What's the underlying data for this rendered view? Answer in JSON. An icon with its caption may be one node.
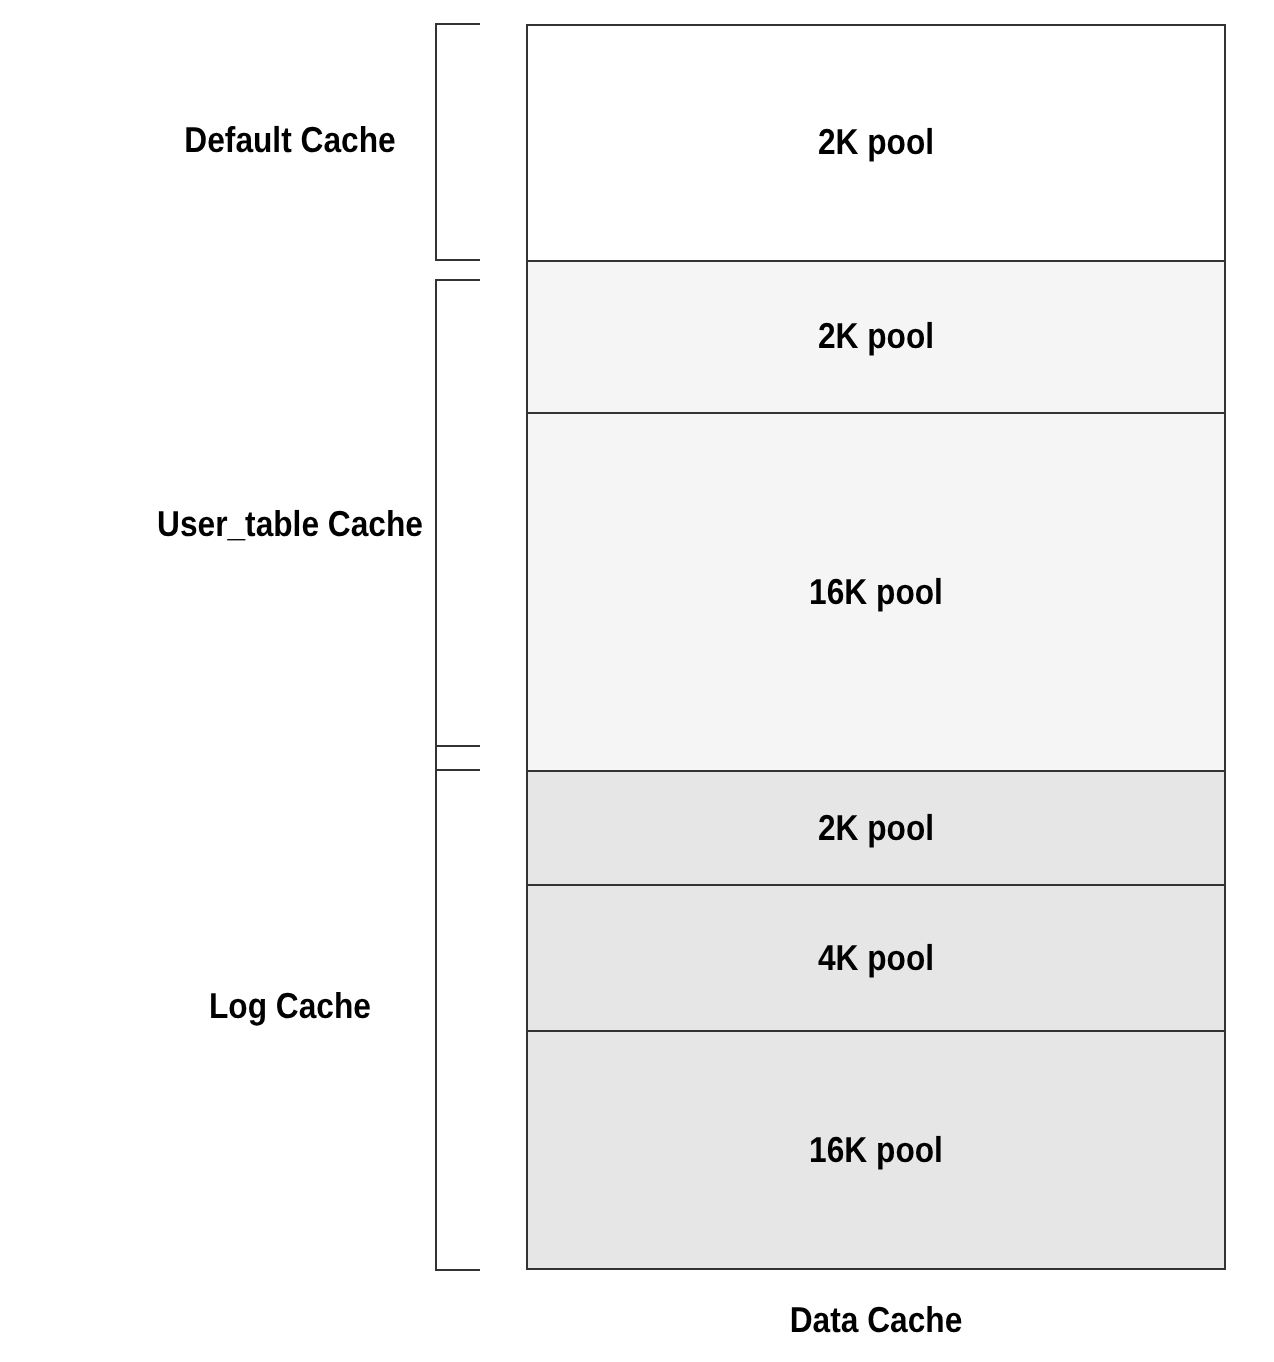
{
  "diagram": {
    "nodes": [
      {
        "text": [
          "Data Cache"
        ]
      },
      {
        "text": [
          "2K pool"
        ],
        "in": 0
      },
      {
        "text": [
          "2K pool"
        ],
        "in": 0
      },
      {
        "text": [
          "16K pool"
        ],
        "in": 0
      },
      {
        "text": [
          "2K pool"
        ],
        "in": 0
      },
      {
        "text": [
          "4K pool"
        ],
        "in": 0
      },
      {
        "text": [
          "16K pool"
        ],
        "in": 0
      }
    ],
    "labels": [
      "Default Cache",
      "User_table Cache",
      "Log Cache"
    ]
  }
}
